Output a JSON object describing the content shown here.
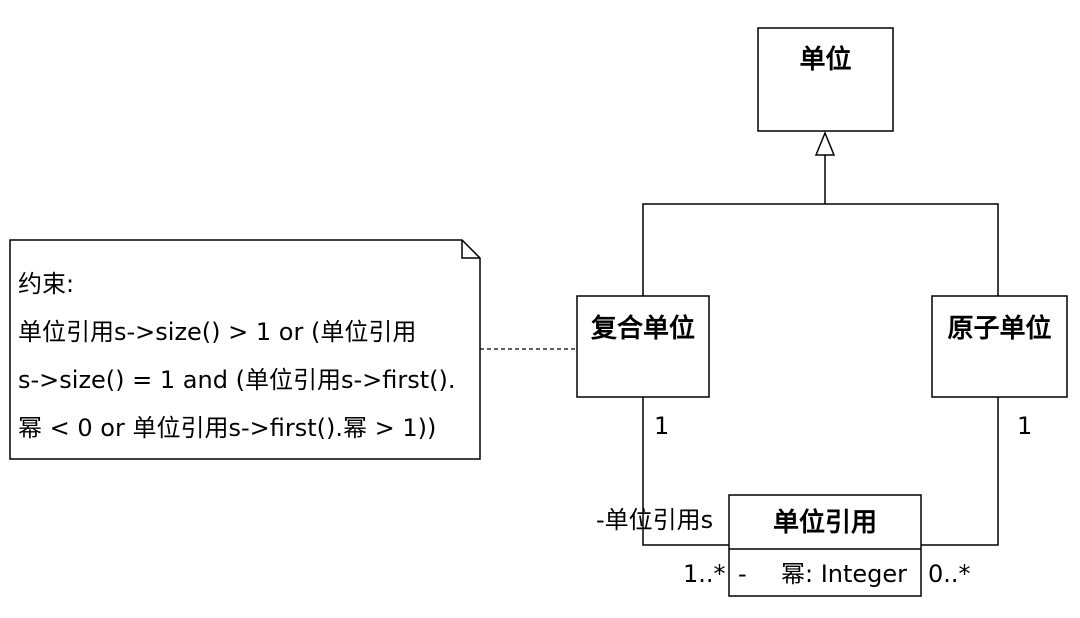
{
  "classes": {
    "unit": "单位",
    "composite": "复合单位",
    "atomic": "原子单位",
    "unit_ref": "单位引用"
  },
  "unit_ref_attr": {
    "visibility": "-",
    "text": "幂: Integer"
  },
  "note": {
    "lines": [
      "约束:",
      "单位引用s->size() > 1 or (单位引用",
      "s->size() = 1 and (单位引用s->first().",
      "幂 < 0 or 单位引用s->first().幂 > 1))"
    ]
  },
  "associations": {
    "composite_mult": "1",
    "atomic_mult": "1",
    "role_name": "-单位引用s",
    "ref_mult_left": "1..*",
    "ref_mult_right": "0..*"
  }
}
